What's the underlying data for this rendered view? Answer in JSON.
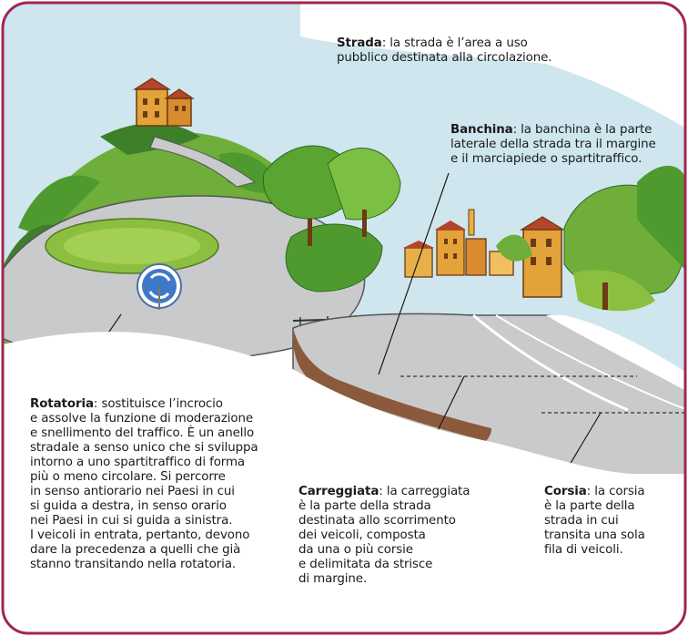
{
  "colors": {
    "frame_border": "#a3264f",
    "sky": "#cfe6ee",
    "road": "#c9cacb",
    "road_edge": "#8b5a3c",
    "grass": "#8cbf3f",
    "foliage": "#4f9a2e",
    "buildings": "#e3a23a"
  },
  "labels": {
    "strada": {
      "term": "Strada",
      "first": ": la strada è l’area a uso",
      "lines": [
        "pubblico destinata alla circolazione."
      ]
    },
    "banchina": {
      "term": "Banchina",
      "first": ": la banchina è la parte",
      "lines": [
        "laterale della strada tra il margine",
        "e il marciapiede o spartitraffico."
      ]
    },
    "rotatoria": {
      "term": "Rotatoria",
      "first": ": sostituisce l’incrocio",
      "lines": [
        "e assolve la funzione di moderazione",
        "e snellimento del traffico. È un anello",
        "stradale a senso unico che si sviluppa",
        "intorno a uno spartitraffico di forma",
        "più o meno circolare. Si percorre",
        "in senso antiorario nei Paesi in cui",
        "si guida a destra, in senso orario",
        "nei Paesi in cui si guida a sinistra.",
        "I veicoli in entrata, pertanto, devono",
        "dare la precedenza a quelli che già",
        "stanno transitando nella rotatoria."
      ]
    },
    "carreggiata": {
      "term": "Carreggiata",
      "first": ": la carreggiata",
      "lines": [
        "è la parte della strada",
        "destinata allo scorrimento",
        "dei veicoli, composta",
        "da una o più corsie",
        "e delimitata da strisce",
        "di margine."
      ]
    },
    "corsia": {
      "term": "Corsia",
      "first": ": la corsia",
      "lines": [
        "è la parte della",
        "strada in cui",
        "transita una sola",
        "fila di veicoli."
      ]
    }
  }
}
